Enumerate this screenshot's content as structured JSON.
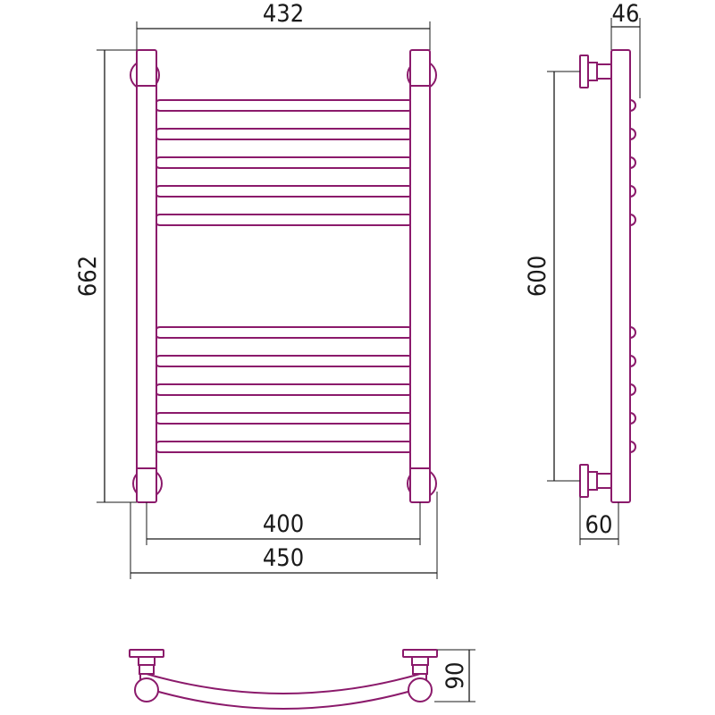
{
  "colors": {
    "part": "#8b1a6b",
    "dimension": "#1a1a1a",
    "background": "#ffffff"
  },
  "dimensions": {
    "top_width": "432",
    "height": "662",
    "inner_spacing": "400",
    "overall_width": "450",
    "side_depth": "46",
    "side_center": "600",
    "side_mount": "60",
    "bottom_depth": "90"
  }
}
